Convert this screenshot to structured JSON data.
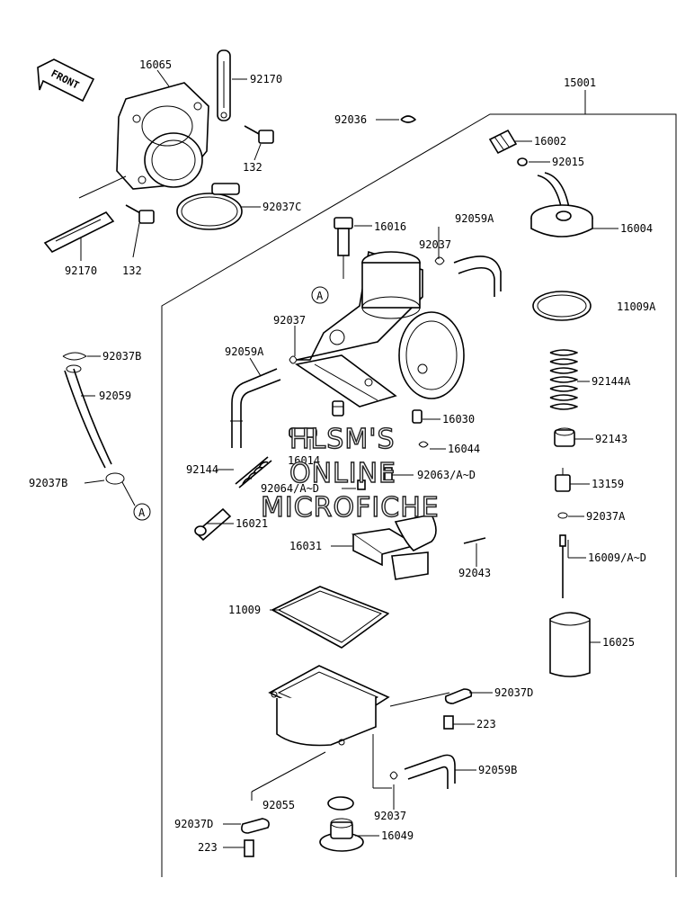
{
  "diagram": {
    "front_label": "FRONT",
    "callout_letter": "A",
    "watermark": [
      "HLSM'S",
      "ONLINE",
      "MICROFICHE"
    ],
    "labels": [
      "16065",
      "92170",
      "132",
      "92037C",
      "92170",
      "132",
      "92036",
      "15001",
      "16002",
      "92015",
      "16004",
      "11009A",
      "16016",
      "92059A",
      "92037",
      "92037",
      "92059A",
      "92037B",
      "92059",
      "92037B",
      "92144A",
      "92143",
      "13159",
      "92037A",
      "16009/A~D",
      "16030",
      "16044",
      "16014",
      "92063/A~D",
      "92064/A~D",
      "92144",
      "16021",
      "16031",
      "92043",
      "11009",
      "16025",
      "92037D",
      "223",
      "92059B",
      "92055",
      "92037",
      "92037D",
      "223",
      "16049"
    ]
  }
}
